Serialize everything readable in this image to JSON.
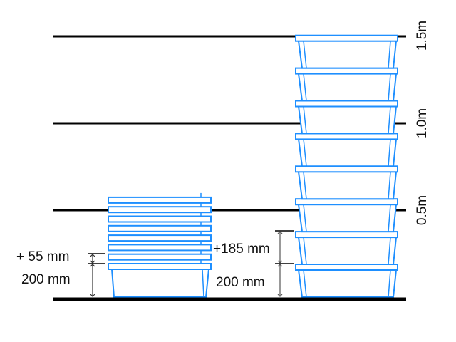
{
  "colors": {
    "crate": "#1e8fff",
    "line": "#000000",
    "dim": "#555555"
  },
  "height_labels": [
    "1.5m",
    "1.0m",
    "0.5m"
  ],
  "nested_stack": {
    "crate_count": 8,
    "base_label": "200 mm",
    "increment_label": "+ 55 mm"
  },
  "stacked_stack": {
    "crate_count": 8,
    "base_label": "200 mm",
    "increment_label": "+185 mm"
  }
}
